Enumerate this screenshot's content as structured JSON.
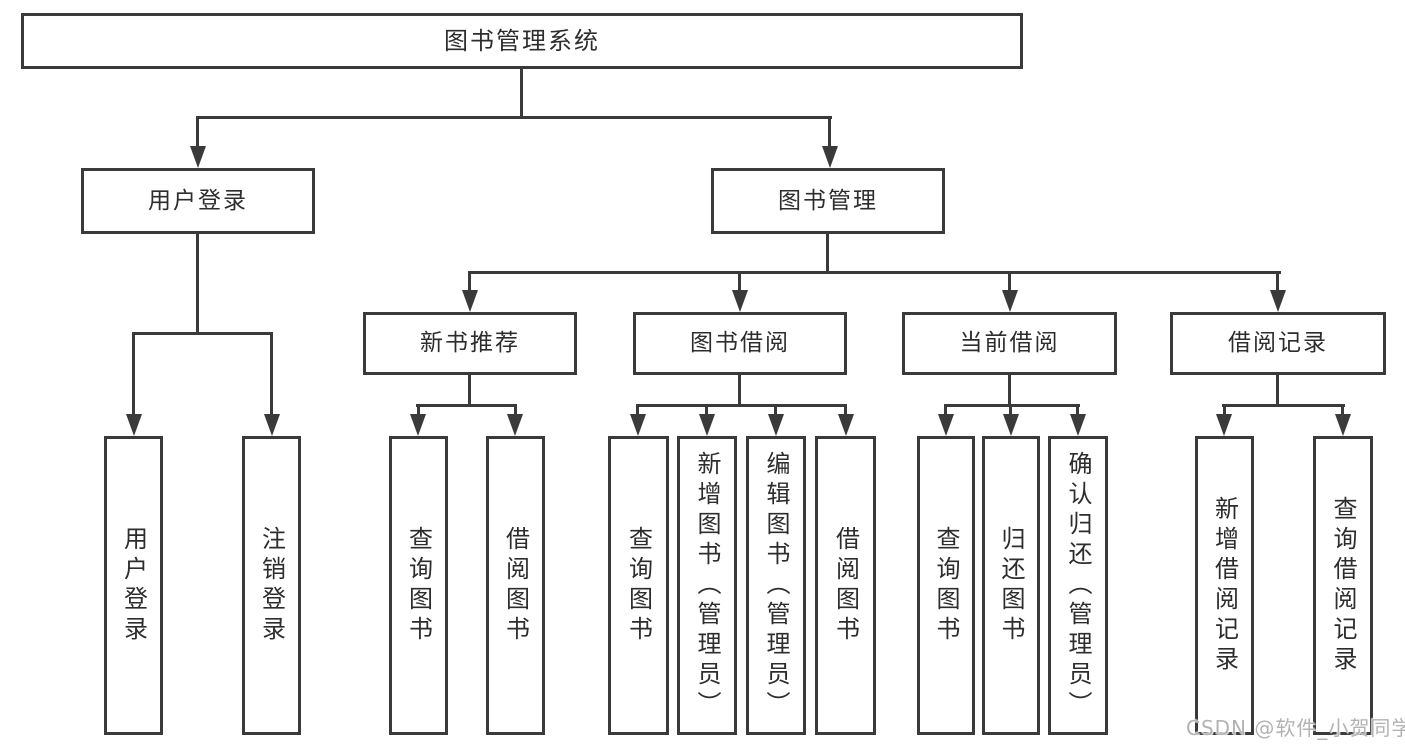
{
  "diagram": {
    "watermark": "CSDN @软件_小贺同学",
    "colors": {
      "line": "#3a3a3a",
      "box_border": "#3a3a3a",
      "text": "#2d2d2d",
      "background": "#ffffff",
      "watermark": "#b3b3b3"
    },
    "tree": {
      "root": {
        "label": "图书管理系统",
        "children": [
          {
            "label": "用户登录",
            "children": [
              {
                "label": "用户登录"
              },
              {
                "label": "注销登录"
              }
            ]
          },
          {
            "label": "图书管理",
            "children": [
              {
                "label": "新书推荐",
                "children": [
                  {
                    "label": "查询图书"
                  },
                  {
                    "label": "借阅图书"
                  }
                ]
              },
              {
                "label": "图书借阅",
                "children": [
                  {
                    "label": "查询图书"
                  },
                  {
                    "label": "新增图书（管理员）"
                  },
                  {
                    "label": "编辑图书（管理员）"
                  },
                  {
                    "label": "借阅图书"
                  }
                ]
              },
              {
                "label": "当前借阅",
                "children": [
                  {
                    "label": "查询图书"
                  },
                  {
                    "label": "归还图书"
                  },
                  {
                    "label": "确认归还（管理员）"
                  }
                ]
              },
              {
                "label": "借阅记录",
                "children": [
                  {
                    "label": "新增借阅记录"
                  },
                  {
                    "label": "查询借阅记录"
                  }
                ]
              }
            ]
          }
        ]
      }
    }
  }
}
